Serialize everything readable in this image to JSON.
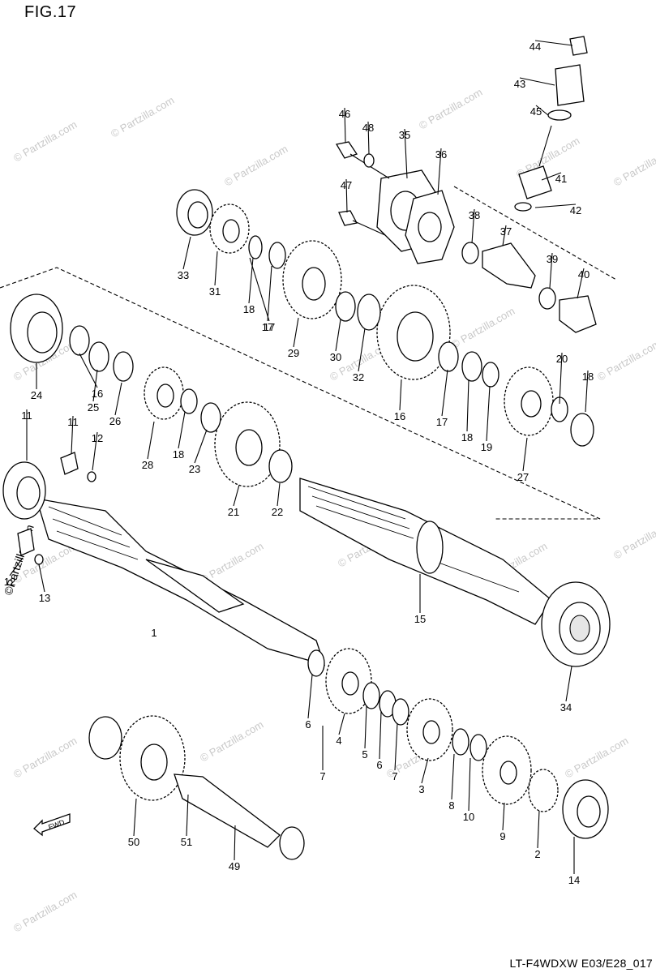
{
  "figure": {
    "title": "FIG.17",
    "code": "LT-F4WDXW E03/E28_017"
  },
  "watermark": {
    "text": "© Partzilla.com",
    "vertical_text": "©Partzilla.com"
  },
  "direction_marker": {
    "label": "FWD"
  },
  "callouts": [
    "1",
    "2",
    "3",
    "4",
    "5",
    "6",
    "6",
    "7",
    "7",
    "8",
    "9",
    "10",
    "11",
    "11",
    "12",
    "12",
    "13",
    "14",
    "15",
    "16",
    "16",
    "17",
    "17",
    "17",
    "18",
    "18",
    "18",
    "18",
    "19",
    "20",
    "21",
    "22",
    "23",
    "24",
    "25",
    "26",
    "27",
    "28",
    "29",
    "30",
    "31",
    "32",
    "33",
    "34",
    "35",
    "36",
    "37",
    "38",
    "39",
    "40",
    "41",
    "42",
    "43",
    "44",
    "45",
    "46",
    "47",
    "48",
    "49",
    "50",
    "51"
  ]
}
